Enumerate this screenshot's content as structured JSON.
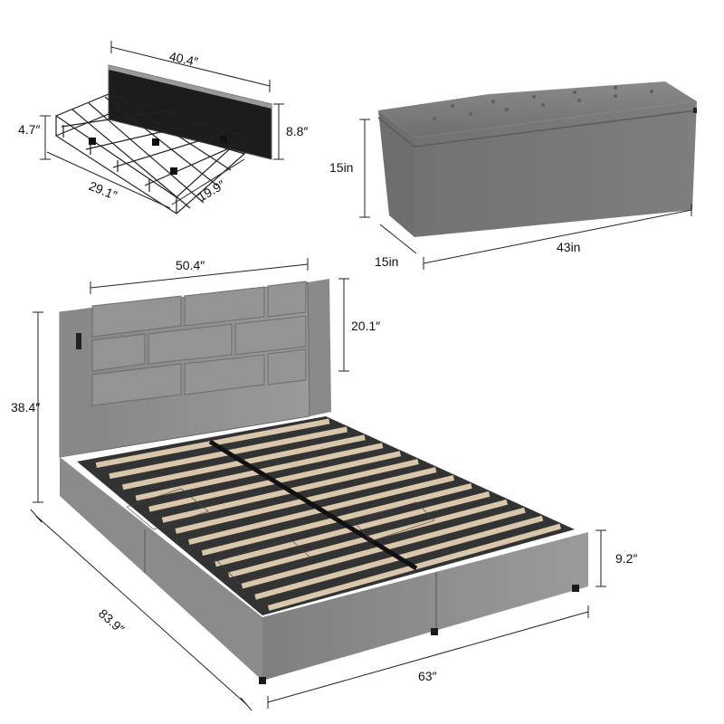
{
  "drawer": {
    "width_label": "40.4″",
    "height_label": "4.7″",
    "front_height_label": "8.8″",
    "length_label": "29.1″",
    "depth_label": "19.9″"
  },
  "bench": {
    "height_label": "15in",
    "depth_label": "15in",
    "length_label": "43in"
  },
  "bed": {
    "headboard_width_label": "50.4″",
    "headboard_panel_height_label": "20.1″",
    "total_height_label": "38.4″",
    "side_height_label": "9.2″",
    "length_label": "83.9″",
    "width_label": "63″"
  },
  "colors": {
    "upholstery": "#8e8e8e",
    "upholstery_dark": "#6f6f6f",
    "bench_fabric": "#767676",
    "slat_wood": "#d8c7aa",
    "metal": "#1b1b1b",
    "dimension_line": "#222222"
  }
}
